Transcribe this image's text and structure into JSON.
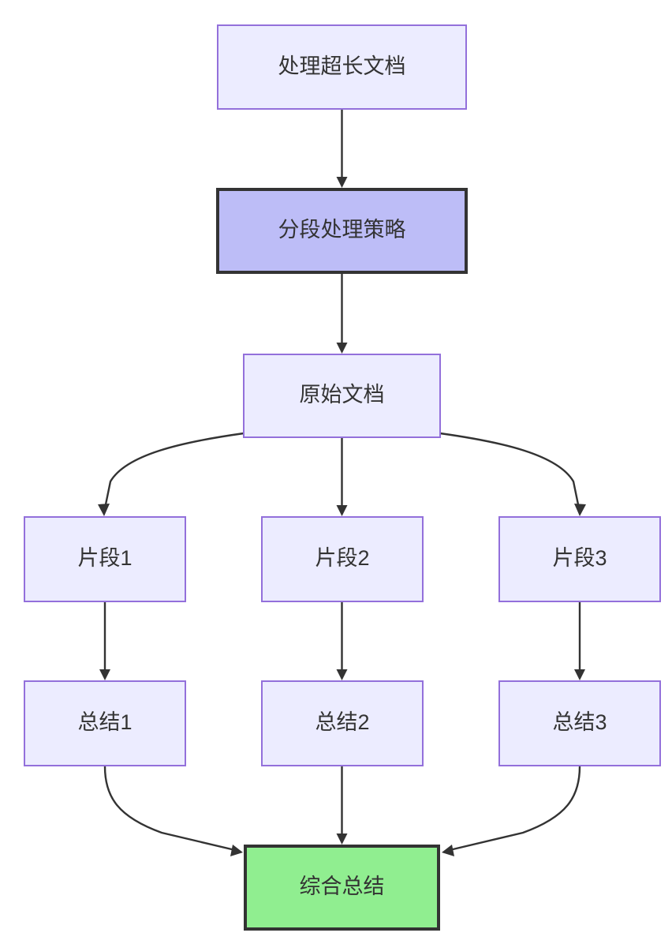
{
  "diagram": {
    "type": "flowchart",
    "direction": "top-down",
    "title_text": "处理超长文档",
    "background_color": "#ffffff",
    "colors": {
      "default_fill": "#ececff",
      "default_stroke": "#9370db",
      "highlight_fill": "#bdbdf7",
      "highlight_stroke": "#333333",
      "final_fill": "#90ee90",
      "final_stroke": "#333333",
      "edge_stroke": "#333333",
      "text": "#333333"
    },
    "nodes": [
      {
        "id": "doc",
        "label": "处理超长文档",
        "style": "default"
      },
      {
        "id": "strategy",
        "label": "分段处理策略",
        "style": "highlight"
      },
      {
        "id": "source",
        "label": "原始文档",
        "style": "default"
      },
      {
        "id": "frag1",
        "label": "片段1",
        "style": "default"
      },
      {
        "id": "frag2",
        "label": "片段2",
        "style": "default"
      },
      {
        "id": "frag3",
        "label": "片段3",
        "style": "default"
      },
      {
        "id": "sum1",
        "label": "总结1",
        "style": "default"
      },
      {
        "id": "sum2",
        "label": "总结2",
        "style": "default"
      },
      {
        "id": "sum3",
        "label": "总结3",
        "style": "default"
      },
      {
        "id": "final",
        "label": "综合总结",
        "style": "final"
      }
    ],
    "edges": [
      {
        "from": "doc",
        "to": "strategy",
        "label": ""
      },
      {
        "from": "strategy",
        "to": "source",
        "label": ""
      },
      {
        "from": "source",
        "to": "frag1",
        "label": ""
      },
      {
        "from": "source",
        "to": "frag2",
        "label": ""
      },
      {
        "from": "source",
        "to": "frag3",
        "label": ""
      },
      {
        "from": "frag1",
        "to": "sum1",
        "label": ""
      },
      {
        "from": "frag2",
        "to": "sum2",
        "label": ""
      },
      {
        "from": "frag3",
        "to": "sum3",
        "label": ""
      },
      {
        "from": "sum1",
        "to": "final",
        "label": ""
      },
      {
        "from": "sum2",
        "to": "final",
        "label": ""
      },
      {
        "from": "sum3",
        "to": "final",
        "label": ""
      }
    ]
  }
}
